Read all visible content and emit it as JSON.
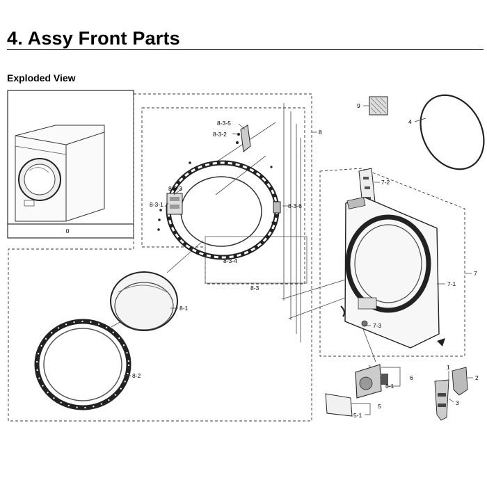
{
  "header": {
    "title": "4.  Assy Front Parts",
    "subtitle": "Exploded View"
  },
  "inset": {
    "label": "0"
  },
  "callouts": {
    "c_8_3_5": "8-3-5",
    "c_8_3_2": "8-3-2",
    "c_8_3_3": "8-3-3",
    "c_8_3_1": "8-3-1",
    "c_8_3_6": "8-3-6",
    "c_8_3_4": "8-3-4",
    "c_8_3": "8-3",
    "c_8": "8",
    "c_8_1": "8-1",
    "c_8_2": "8-2",
    "c_9": "9",
    "c_4": "4",
    "c_7_2": "7-2",
    "c_7_1": "7-1",
    "c_7": "7",
    "c_7_3": "7-3",
    "c_6": "6",
    "c_6_1": "6-1",
    "c_5": "5",
    "c_5_1": "5-1",
    "c_1": "1",
    "c_2": "2",
    "c_3": "3"
  }
}
